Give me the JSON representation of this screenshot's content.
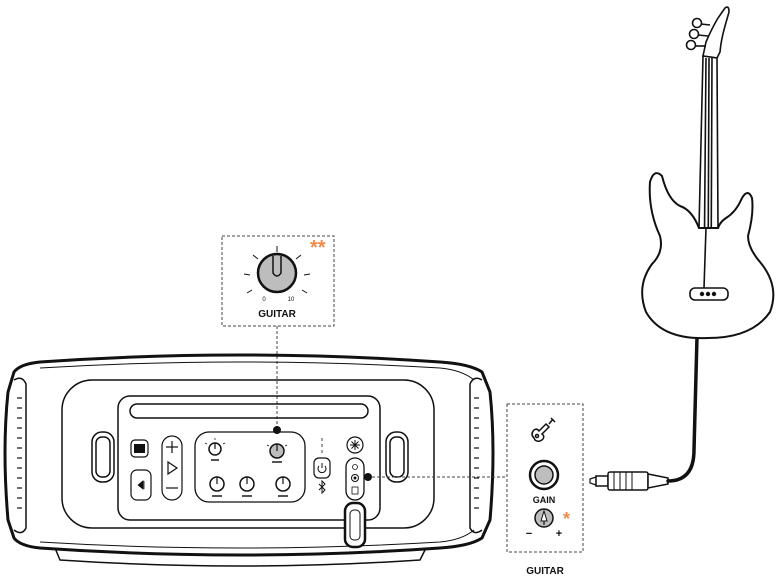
{
  "callout_top": {
    "knob_min": "0",
    "knob_max": "10",
    "title": "GUITAR",
    "note_marker": "**"
  },
  "callout_right": {
    "gain_label": "GAIN",
    "minus": "−",
    "plus": "+",
    "note_marker": "*",
    "caption": "GUITAR"
  },
  "colors": {
    "line": "#111111",
    "accent": "#f08a4b",
    "knob_fill": "#bdbdbd",
    "dash": "#444444"
  },
  "icons": [
    "guitar-icon",
    "bass-boost-icon",
    "play-icon",
    "skip-icon",
    "power-icon",
    "bluetooth-icon",
    "light-icon",
    "jack-icon"
  ]
}
